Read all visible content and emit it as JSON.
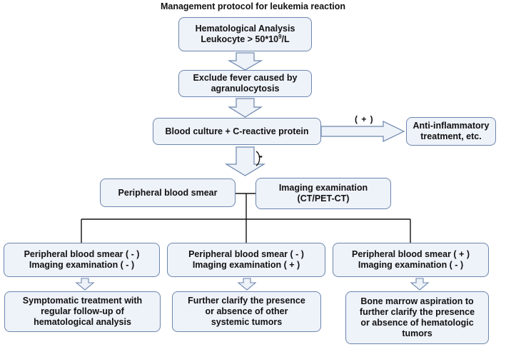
{
  "title": "Management protocol for leukemia reaction",
  "nodes": {
    "hematological_analysis": {
      "line1": "Hematological Analysis",
      "line2_prefix": "Leukocyte > 50*10",
      "line2_sup": "9",
      "line2_suffix": "/L"
    },
    "exclude_fever": {
      "line1": "Exclude fever caused by",
      "line2": "agranulocytosis"
    },
    "blood_culture": {
      "line1": "Blood culture + C-reactive protein"
    },
    "anti_inflammatory": {
      "line1": "Anti-inflammatory",
      "line2": "treatment, etc."
    },
    "peripheral_smear": {
      "line1": "Peripheral blood smear"
    },
    "imaging": {
      "line1": "Imaging examination",
      "line2": "(CT/PET-CT)"
    },
    "case_neg_neg": {
      "line1": "Peripheral blood smear ( - )",
      "line2": "Imaging examination ( - )"
    },
    "case_neg_pos": {
      "line1": "Peripheral blood smear ( - )",
      "line2": "Imaging examination ( + )"
    },
    "case_pos_neg": {
      "line1": "Peripheral blood smear ( + )",
      "line2": "Imaging examination ( - )"
    },
    "outcome_1": {
      "line1": "Symptomatic treatment with",
      "line2": "regular follow-up of",
      "line3": "hematological analysis"
    },
    "outcome_2": {
      "line1": "Further clarify the presence",
      "line2": "or absence of other",
      "line3": "systemic tumors"
    },
    "outcome_3": {
      "line1": "Bone marrow aspiration to",
      "line2": "further clarify the presence",
      "line3": "or absence of hematologic",
      "line4": "tumors"
    }
  },
  "labels": {
    "positive": "( + )",
    "negative": "-"
  },
  "colors": {
    "box_fill": "#eef2f9",
    "box_border": "#6c86ad",
    "arrow_fill": "#eef2f9",
    "arrow_border": "#6c86ad",
    "line": "#111111"
  }
}
